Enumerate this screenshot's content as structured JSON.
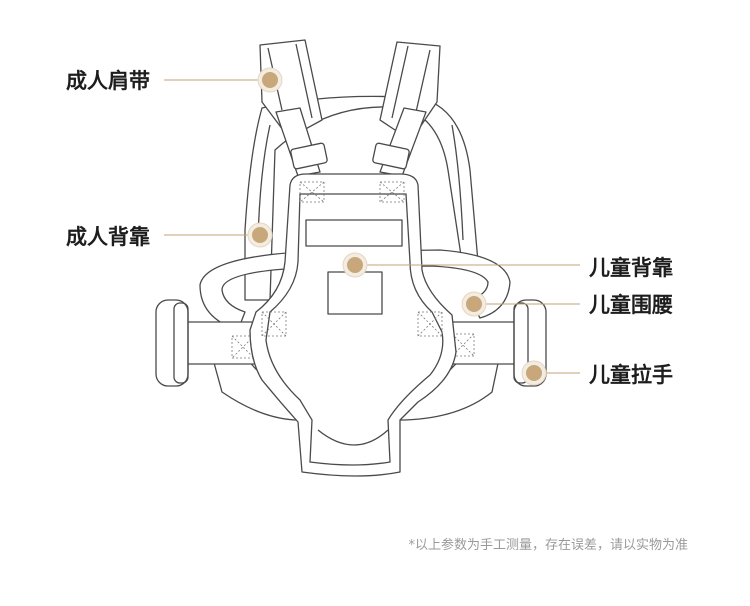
{
  "callouts": {
    "adult_shoulder_strap": "成人肩带",
    "adult_backrest": "成人背靠",
    "child_backrest": "儿童背靠",
    "child_waist": "儿童围腰",
    "child_handle": "儿童拉手"
  },
  "footnote": "*以上参数为手工测量，存在误差，请以实物为准",
  "colors": {
    "leader_line": "#c2a27a",
    "marker_dot": "#c8a77b",
    "outline": "#4a4a4a",
    "label_text": "#1d1d1d",
    "footnote_text": "#9a9a9a"
  }
}
